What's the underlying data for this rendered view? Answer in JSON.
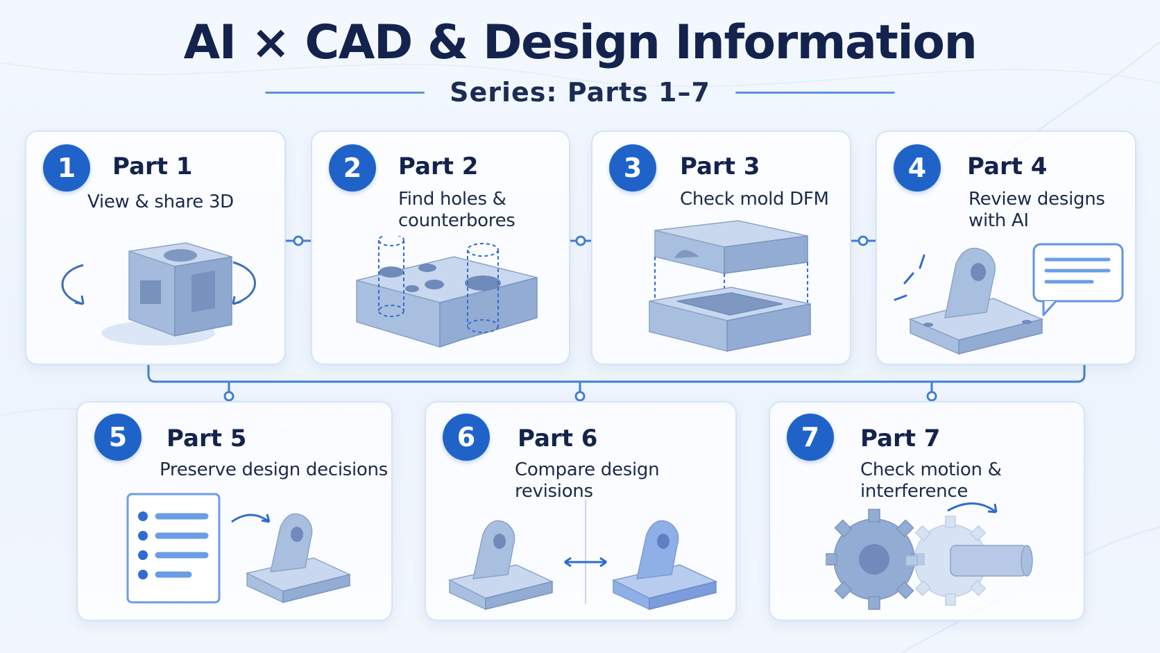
{
  "header": {
    "title": "AI × CAD & Design Information",
    "subtitle": "Series: Parts 1–7"
  },
  "parts": [
    {
      "number": "1",
      "title": "Part 1",
      "description": "View & share 3D",
      "illustration": "rotating-cube-icon"
    },
    {
      "number": "2",
      "title": "Part 2",
      "description": "Find holes & counterbores",
      "illustration": "holed-block-icon"
    },
    {
      "number": "3",
      "title": "Part 3",
      "description": "Check mold DFM",
      "illustration": "mold-halves-icon"
    },
    {
      "number": "4",
      "title": "Part 4",
      "description": "Review designs with AI",
      "illustration": "bracket-chat-icon"
    },
    {
      "number": "5",
      "title": "Part 5",
      "description": "Preserve design decisions",
      "illustration": "checklist-bracket-icon"
    },
    {
      "number": "6",
      "title": "Part 6",
      "description": "Compare design revisions",
      "illustration": "compare-brackets-icon"
    },
    {
      "number": "7",
      "title": "Part 7",
      "description": "Check motion & interference",
      "illustration": "gears-icon"
    }
  ],
  "colors": {
    "accent": "#1f63c9",
    "title": "#13234d",
    "connector": "#3f7fd6",
    "part_fill": "#a9bfe0"
  }
}
